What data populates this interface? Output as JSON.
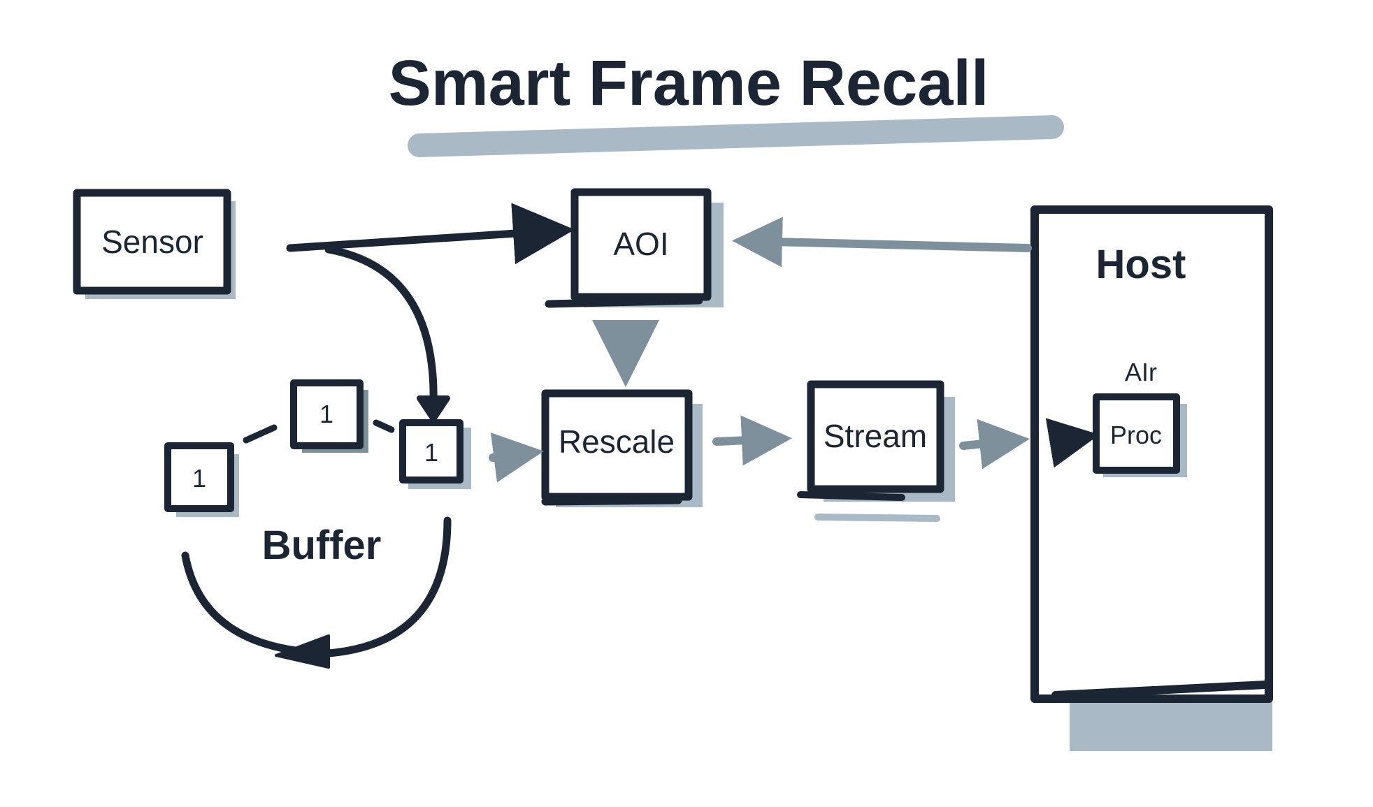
{
  "title": "Smart Frame Recall",
  "nodes": {
    "sensor": "Sensor",
    "aoi": "AOI",
    "rescale": "Rescale",
    "stream": "Stream",
    "host": "Host",
    "aoi_proc_top": "AIr",
    "aoi_proc_box": "Proc",
    "buffer": "Buffer",
    "buffer_frames": [
      "1",
      "1",
      "1"
    ]
  },
  "colors": {
    "ink": "#1c2533",
    "shadow": "#a9b9c6",
    "shadow_dark": "#7f909d",
    "background": "#ffffff"
  }
}
